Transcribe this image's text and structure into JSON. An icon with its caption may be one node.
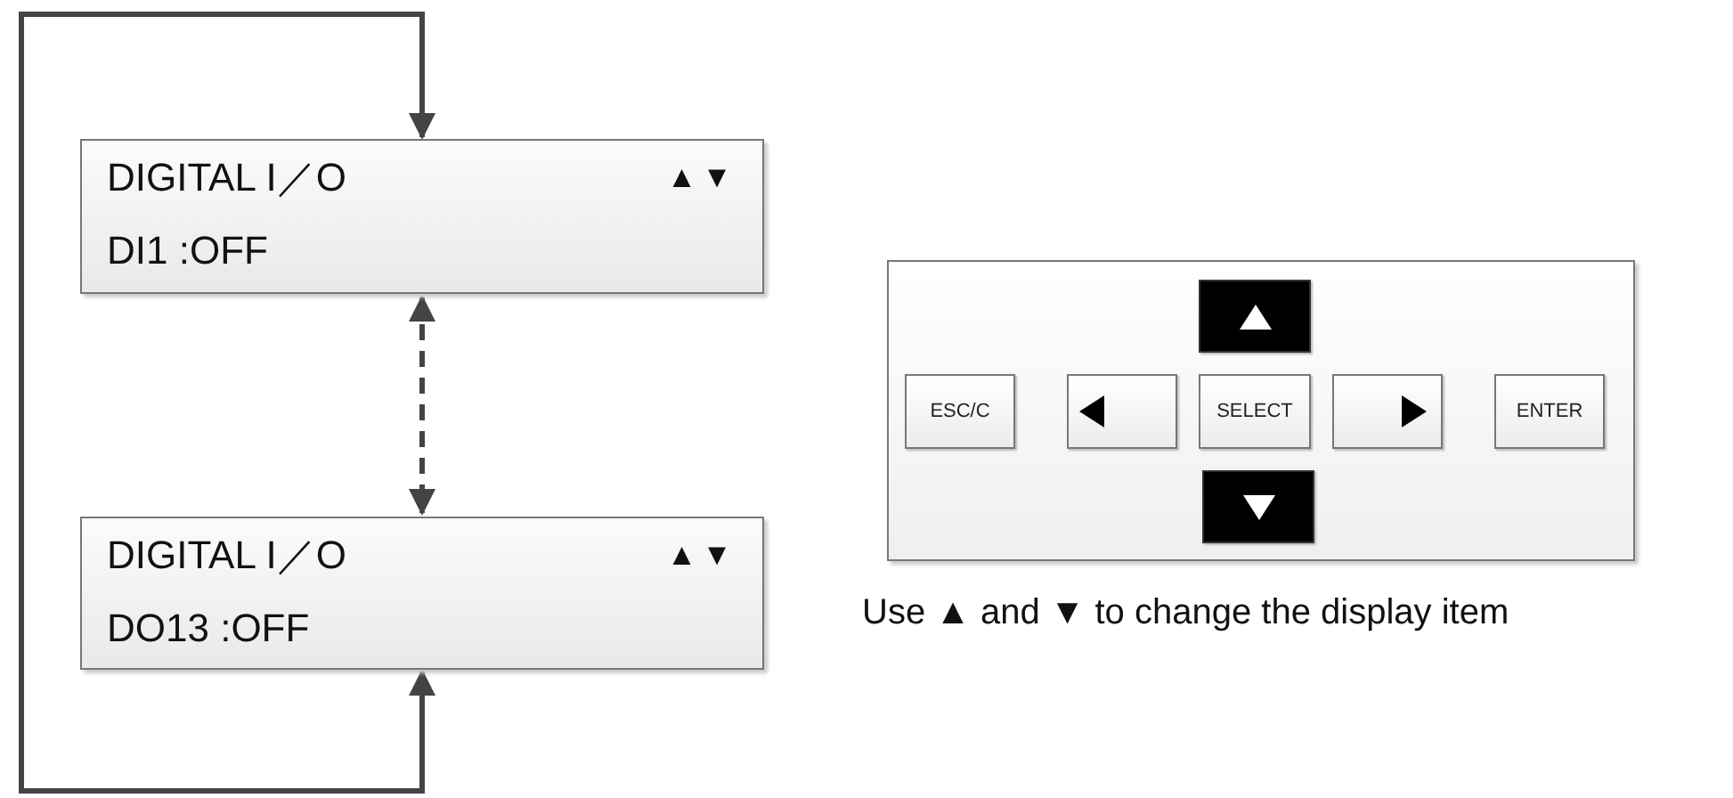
{
  "diagram": {
    "nodes": [
      {
        "text": [
          "DIGITAL I／O",
          "▲▼",
          "DI1 :OFF"
        ]
      },
      {
        "text": [
          "DIGITAL I／O",
          "▲▼",
          "DO13 :OFF"
        ]
      },
      {
        "text": [],
        "shape": "box",
        "beside": [
          "Use ▲ and ▼ to change the display item"
        ]
      },
      {
        "text": [],
        "shape": "box",
        "in": 2
      },
      {
        "text": [
          "ESC/C"
        ],
        "in": 2
      },
      {
        "text": [],
        "shape": "box",
        "in": 2
      },
      {
        "text": [
          "SELECT"
        ],
        "in": 2
      },
      {
        "text": [],
        "shape": "box",
        "in": 2
      },
      {
        "text": [
          "ENTER"
        ],
        "in": 2
      },
      {
        "text": [],
        "shape": "box",
        "in": 2
      }
    ],
    "edges": [
      {
        "from": 0,
        "to": 1,
        "arrow": "both",
        "style": "dashed"
      },
      {
        "from": 1,
        "to": 0,
        "arrow": "both"
      }
    ]
  }
}
